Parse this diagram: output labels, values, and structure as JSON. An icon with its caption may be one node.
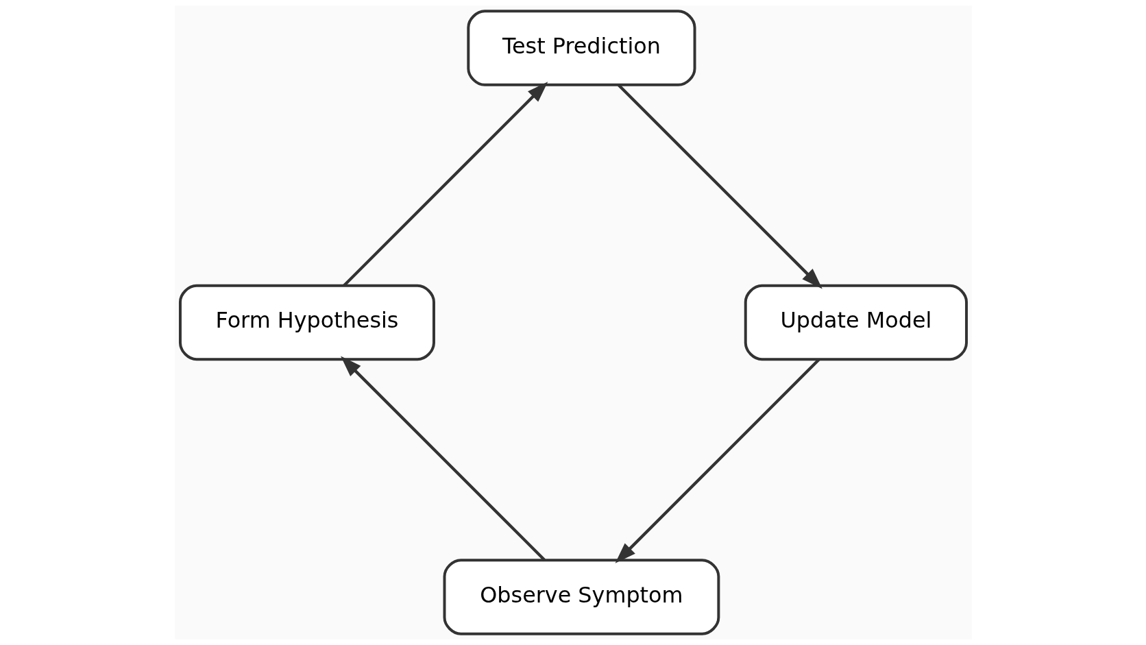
{
  "diagram": {
    "nodes": [
      {
        "text": [
          "Observe Symptom"
        ]
      },
      {
        "text": [
          "Form Hypothesis"
        ]
      },
      {
        "text": [
          "Test Prediction"
        ]
      },
      {
        "text": [
          "Update Model"
        ]
      }
    ],
    "edges": [
      {
        "from": 0,
        "to": 1,
        "arrow": "to"
      },
      {
        "from": 1,
        "to": 2,
        "arrow": "to"
      },
      {
        "from": 2,
        "to": 3,
        "arrow": "to"
      },
      {
        "from": 3,
        "to": 0,
        "arrow": "to"
      }
    ]
  }
}
